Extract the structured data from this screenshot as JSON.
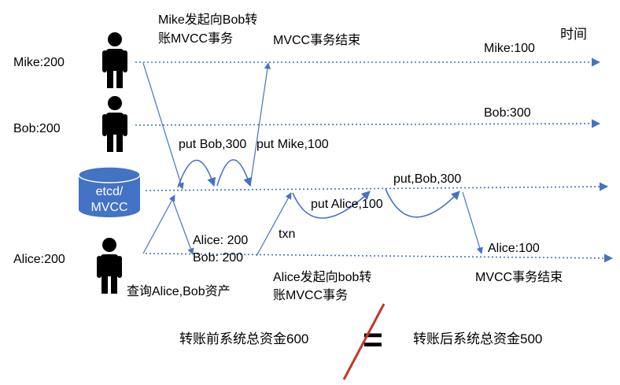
{
  "actors": {
    "mike": {
      "label": "Mike:200"
    },
    "bob": {
      "label": "Bob:200"
    },
    "etcd": {
      "line1": "etcd/",
      "line2": "MVCC"
    },
    "alice": {
      "label": "Alice:200"
    }
  },
  "time_label": "时间",
  "annotations": {
    "mike_start_line1": "Mike发起向Bob转",
    "mike_start_line2": "账MVCC事务",
    "mike_txn_end": "MVCC事务结束",
    "mike_after": "Mike:100",
    "bob_after": "Bob:300",
    "put_bob_300": "put Bob,300",
    "put_mike_100": "put Mike,100",
    "put_bob_300_b": "put,Bob,300",
    "put_alice_100": "put Alice,100",
    "txn": "txn",
    "read_alice": "Alice: 200",
    "read_bob": "Bob: 200",
    "alice_after": "Alice:100",
    "alice_start_line1": "Alice发起向bob转",
    "alice_start_line2": "账MVCC事务",
    "alice_txn_end": "MVCC事务结束",
    "query": "查询Alice,Bob资产",
    "total_before": "转账前系统总资金600",
    "not_equal": "=",
    "total_after": "转账后系统总资金500"
  },
  "colors": {
    "line": "#4472c4",
    "database": "#4472c4",
    "person": "#000000",
    "strike": "#c0392b"
  },
  "icons": {
    "person": "person-icon",
    "database": "database-icon"
  }
}
